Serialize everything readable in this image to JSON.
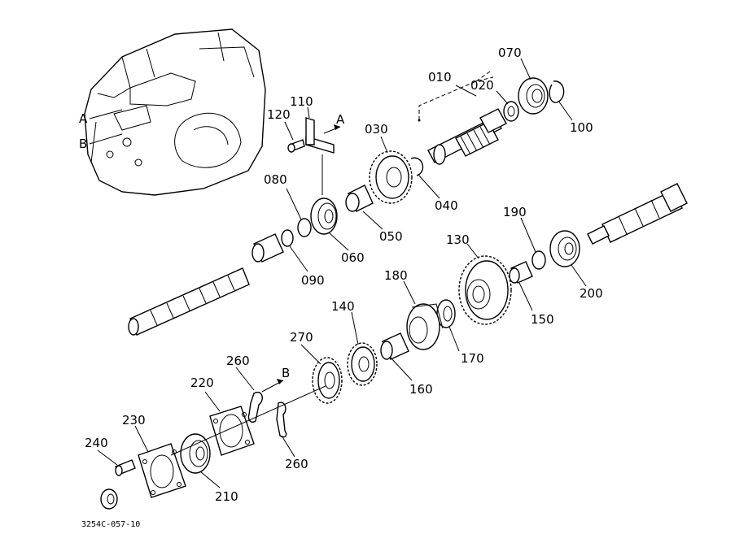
{
  "diagram": {
    "callouts": [
      {
        "id": "010",
        "label": "010"
      },
      {
        "id": "020",
        "label": "020"
      },
      {
        "id": "030",
        "label": "030"
      },
      {
        "id": "040",
        "label": "040"
      },
      {
        "id": "050",
        "label": "050"
      },
      {
        "id": "060",
        "label": "060"
      },
      {
        "id": "070",
        "label": "070"
      },
      {
        "id": "080",
        "label": "080"
      },
      {
        "id": "090",
        "label": "090"
      },
      {
        "id": "100",
        "label": "100"
      },
      {
        "id": "110",
        "label": "110"
      },
      {
        "id": "120",
        "label": "120"
      },
      {
        "id": "130",
        "label": "130"
      },
      {
        "id": "140",
        "label": "140"
      },
      {
        "id": "150",
        "label": "150"
      },
      {
        "id": "160",
        "label": "160"
      },
      {
        "id": "170",
        "label": "170"
      },
      {
        "id": "180",
        "label": "180"
      },
      {
        "id": "190",
        "label": "190"
      },
      {
        "id": "200",
        "label": "200"
      },
      {
        "id": "210",
        "label": "210"
      },
      {
        "id": "220",
        "label": "220"
      },
      {
        "id": "230",
        "label": "230"
      },
      {
        "id": "240",
        "label": "240"
      },
      {
        "id": "260a",
        "label": "260"
      },
      {
        "id": "260b",
        "label": "260"
      },
      {
        "id": "270",
        "label": "270"
      }
    ],
    "reference_marks": {
      "a_left": "A",
      "b_left": "B",
      "a_arrow": "A",
      "b_arrow": "B"
    },
    "drawing_code": "3254C-057-10"
  }
}
